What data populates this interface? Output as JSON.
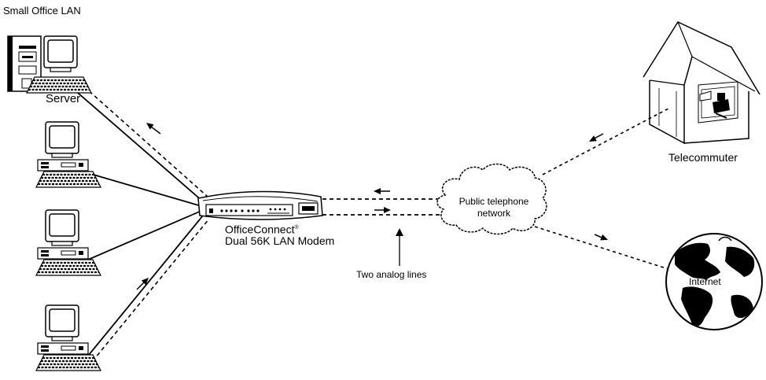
{
  "title": "Small Office LAN",
  "nodes": {
    "server_label": "Server",
    "modem_label_line1": "OfficeConnect",
    "modem_trademark": "®",
    "modem_label_line2": "Dual 56K LAN Modem",
    "cloud_label_line1": "Public telephone",
    "cloud_label_line2": "network",
    "analog_label": "Two analog lines",
    "telecommuter_label": "Telecommuter",
    "internet_label": "Internet"
  },
  "icons": [
    "server-computer-icon",
    "computer-icon",
    "modem-icon",
    "cloud-icon",
    "house-icon",
    "globe-icon",
    "arrow-icon"
  ],
  "colors": {
    "line": "#000000",
    "background": "#ffffff"
  }
}
